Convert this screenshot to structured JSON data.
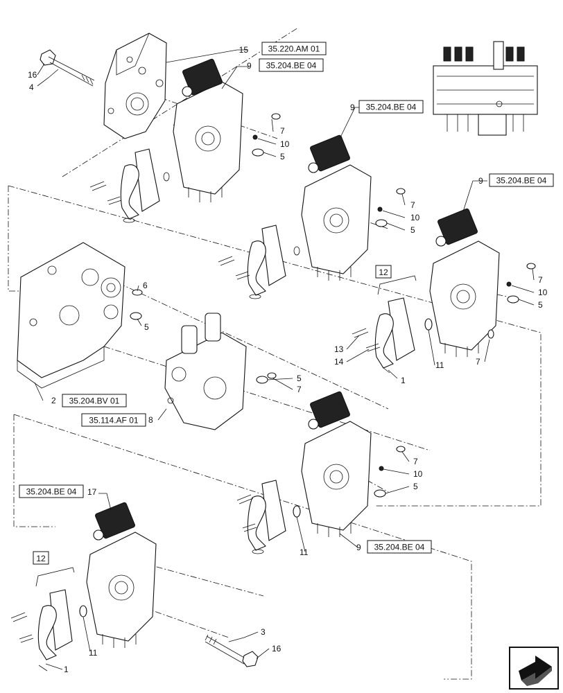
{
  "refs": {
    "r15": "35.220.AM 01",
    "r9a": "35.204.BE 04",
    "r9b": "35.204.BE 04",
    "r9c": "35.204.BE 04",
    "r9d": "35.204.BE 04",
    "r17": "35.204.BE 04",
    "r2": "35.204.BV 01",
    "r8": "35.114.AF 01"
  },
  "callouts": {
    "c15": "15",
    "c16a": "16",
    "c4": "4",
    "c9a": "9",
    "c7a": "7",
    "c10a": "10",
    "c5a": "5",
    "c9b": "9",
    "c7b": "7",
    "c10b": "10",
    "c5b": "5",
    "c9c": "9",
    "c7c": "7",
    "c10c": "10",
    "c5c": "5",
    "c12a": "12",
    "c13": "13",
    "c14": "14",
    "c1a": "1",
    "c11a": "11",
    "c7d": "7",
    "c6": "6",
    "c5d": "5",
    "c2": "2",
    "c5e": "5",
    "c7e": "7",
    "c8": "8",
    "c7f": "7",
    "c10d": "10",
    "c5f": "5",
    "c11b": "11",
    "c9d": "9",
    "c17": "17",
    "c12b": "12",
    "c1b": "1",
    "c11c": "11",
    "c3": "3",
    "c16b": "16"
  }
}
